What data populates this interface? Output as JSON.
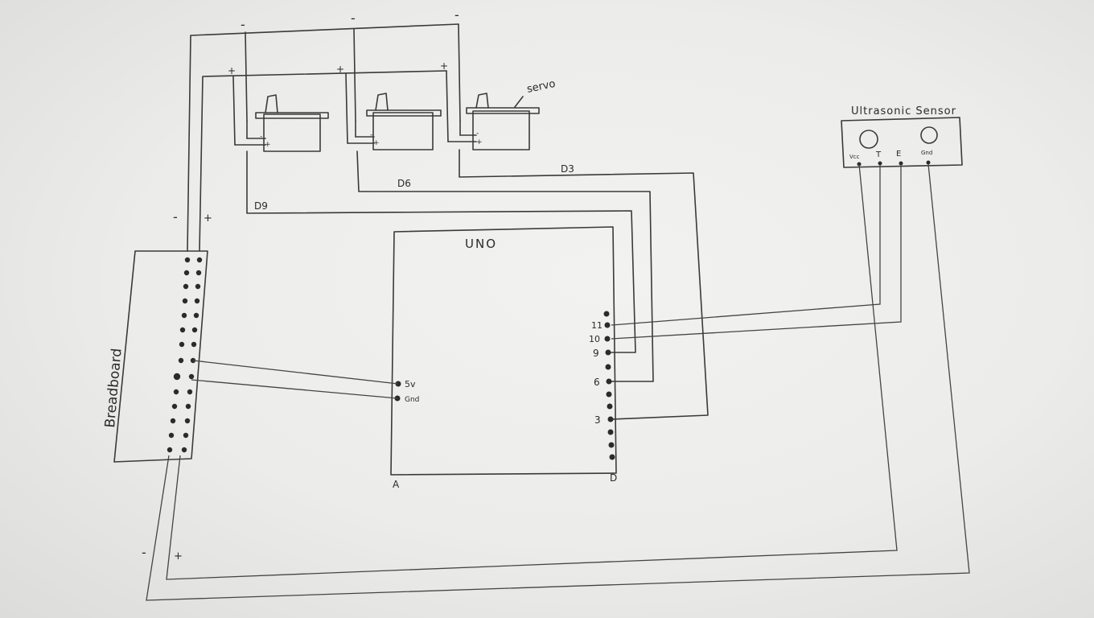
{
  "labels": {
    "servo": "servo",
    "ultrasonic": "Ultrasonic Sensor",
    "uno": "UNO",
    "breadboard": "Breadboard",
    "pin_5v": "5v",
    "pin_gnd": "Gnd",
    "pin_11": "11",
    "pin_10": "10",
    "pin_9": "9",
    "pin_6": "6",
    "pin_3": "3",
    "uno_a": "A",
    "uno_d": "D",
    "sensor_vcc": "Vcc",
    "sensor_t": "T",
    "sensor_e": "E",
    "sensor_gnd": "Gnd",
    "wire_d9": "D9",
    "wire_d6": "D6",
    "wire_d3": "D3",
    "minus": "-",
    "plus": "+"
  }
}
